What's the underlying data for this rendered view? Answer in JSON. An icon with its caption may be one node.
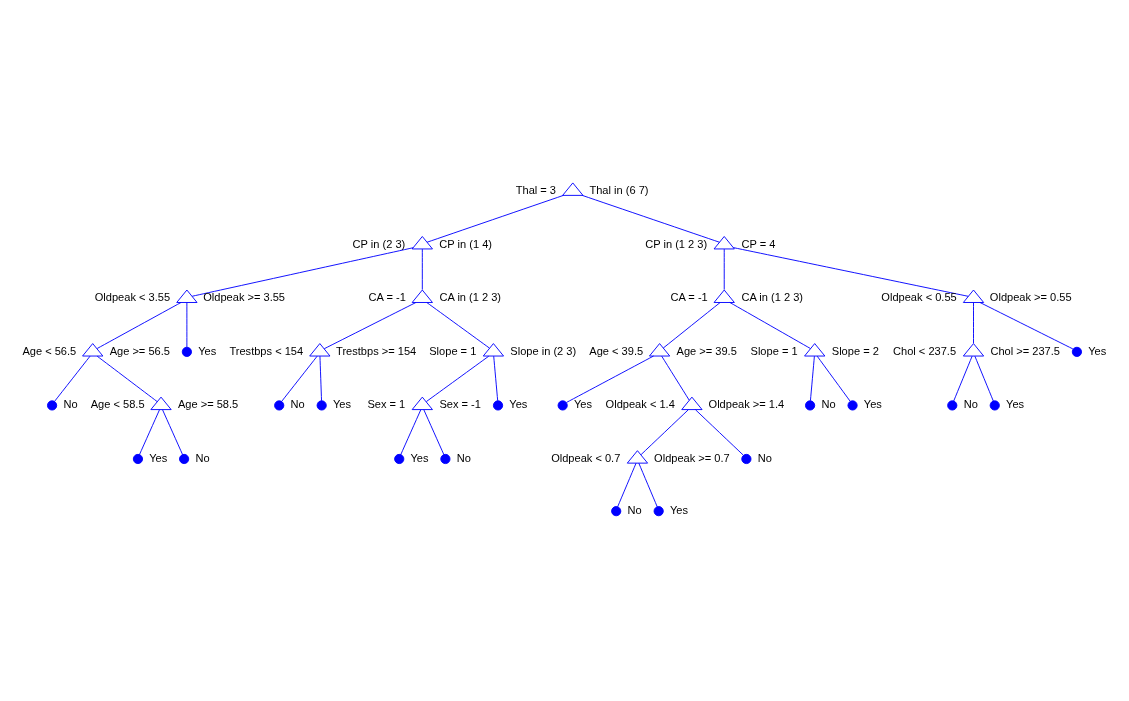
{
  "diagram": {
    "nodes": [
      {
        "text": [],
        "shape": "triangle",
        "beside": [
          "Thal = 3",
          "Thal in (6 7)"
        ]
      },
      {
        "text": [],
        "shape": "triangle",
        "beside": [
          "CP in (2 3)",
          "CP in (1 4)"
        ]
      },
      {
        "text": [],
        "shape": "triangle",
        "beside": [
          "Oldpeak < 3.55",
          "Oldpeak >= 3.55"
        ]
      },
      {
        "text": [],
        "shape": "triangle",
        "beside": [
          "Age < 56.5",
          "Age >= 56.5"
        ]
      },
      {
        "text": [],
        "shape": "circle",
        "beside": [
          "No"
        ]
      },
      {
        "text": [],
        "shape": "triangle",
        "beside": [
          "Age < 58.5",
          "Age >= 58.5"
        ]
      },
      {
        "text": [],
        "shape": "circle",
        "beside": [
          "Yes"
        ]
      },
      {
        "text": [],
        "shape": "circle",
        "beside": [
          "No"
        ]
      },
      {
        "text": [],
        "shape": "circle",
        "beside": [
          "Yes"
        ]
      },
      {
        "text": [],
        "shape": "triangle",
        "beside": [
          "CA = -1",
          "CA in (1 2 3)"
        ]
      },
      {
        "text": [],
        "shape": "triangle",
        "beside": [
          "Trestbps < 154",
          "Trestbps >= 154"
        ]
      },
      {
        "text": [],
        "shape": "circle",
        "beside": [
          "No"
        ]
      },
      {
        "text": [],
        "shape": "circle",
        "beside": [
          "Yes"
        ]
      },
      {
        "text": [],
        "shape": "triangle",
        "beside": [
          "Slope = 1",
          "Slope in (2 3)"
        ]
      },
      {
        "text": [],
        "shape": "triangle",
        "beside": [
          "Sex = 1",
          "Sex = -1"
        ]
      },
      {
        "text": [],
        "shape": "circle",
        "beside": [
          "Yes"
        ]
      },
      {
        "text": [],
        "shape": "circle",
        "beside": [
          "No"
        ]
      },
      {
        "text": [],
        "shape": "circle",
        "beside": [
          "Yes"
        ]
      },
      {
        "text": [],
        "shape": "triangle",
        "beside": [
          "CP in (1 2 3)",
          "CP = 4"
        ]
      },
      {
        "text": [],
        "shape": "triangle",
        "beside": [
          "CA = -1",
          "CA in (1 2 3)"
        ]
      },
      {
        "text": [],
        "shape": "triangle",
        "beside": [
          "Age < 39.5",
          "Age >= 39.5"
        ]
      },
      {
        "text": [],
        "shape": "circle",
        "beside": [
          "Yes"
        ]
      },
      {
        "text": [],
        "shape": "triangle",
        "beside": [
          "Oldpeak < 1.4",
          "Oldpeak >= 1.4"
        ]
      },
      {
        "text": [],
        "shape": "triangle",
        "beside": [
          "Oldpeak < 0.7",
          "Oldpeak >= 0.7"
        ]
      },
      {
        "text": [],
        "shape": "circle",
        "beside": [
          "No"
        ]
      },
      {
        "text": [],
        "shape": "circle",
        "beside": [
          "Yes"
        ]
      },
      {
        "text": [],
        "shape": "circle",
        "beside": [
          "No"
        ]
      },
      {
        "text": [],
        "shape": "triangle",
        "beside": [
          "Slope = 1",
          "Slope = 2"
        ]
      },
      {
        "text": [],
        "shape": "circle",
        "beside": [
          "No"
        ]
      },
      {
        "text": [],
        "shape": "circle",
        "beside": [
          "Yes"
        ]
      },
      {
        "text": [],
        "shape": "triangle",
        "beside": [
          "Oldpeak < 0.55",
          "Oldpeak >= 0.55"
        ]
      },
      {
        "text": [],
        "shape": "triangle",
        "beside": [
          "Chol < 237.5",
          "Chol >= 237.5"
        ]
      },
      {
        "text": [],
        "shape": "circle",
        "beside": [
          "No"
        ]
      },
      {
        "text": [],
        "shape": "circle",
        "beside": [
          "Yes"
        ]
      },
      {
        "text": [],
        "shape": "circle",
        "beside": [
          "Yes"
        ]
      }
    ],
    "edges": [
      {
        "from": 0,
        "to": 1,
        "arrow": "none"
      },
      {
        "from": 0,
        "to": 18,
        "arrow": "none"
      },
      {
        "from": 1,
        "to": 2,
        "arrow": "none"
      },
      {
        "from": 1,
        "to": 9,
        "arrow": "none"
      },
      {
        "from": 2,
        "to": 3,
        "arrow": "none"
      },
      {
        "from": 2,
        "to": 8,
        "arrow": "none"
      },
      {
        "from": 3,
        "to": 4,
        "arrow": "none"
      },
      {
        "from": 3,
        "to": 5,
        "arrow": "none"
      },
      {
        "from": 5,
        "to": 6,
        "arrow": "none"
      },
      {
        "from": 5,
        "to": 7,
        "arrow": "none"
      },
      {
        "from": 9,
        "to": 10,
        "arrow": "none"
      },
      {
        "from": 9,
        "to": 13,
        "arrow": "none"
      },
      {
        "from": 10,
        "to": 11,
        "arrow": "none"
      },
      {
        "from": 10,
        "to": 12,
        "arrow": "none"
      },
      {
        "from": 13,
        "to": 14,
        "arrow": "none"
      },
      {
        "from": 13,
        "to": 17,
        "arrow": "none"
      },
      {
        "from": 14,
        "to": 15,
        "arrow": "none"
      },
      {
        "from": 14,
        "to": 16,
        "arrow": "none"
      },
      {
        "from": 18,
        "to": 19,
        "arrow": "none"
      },
      {
        "from": 18,
        "to": 30,
        "arrow": "none"
      },
      {
        "from": 19,
        "to": 20,
        "arrow": "none"
      },
      {
        "from": 19,
        "to": 27,
        "arrow": "none"
      },
      {
        "from": 20,
        "to": 21,
        "arrow": "none"
      },
      {
        "from": 20,
        "to": 22,
        "arrow": "none"
      },
      {
        "from": 22,
        "to": 23,
        "arrow": "none"
      },
      {
        "from": 22,
        "to": 26,
        "arrow": "none"
      },
      {
        "from": 23,
        "to": 24,
        "arrow": "none"
      },
      {
        "from": 23,
        "to": 25,
        "arrow": "none"
      },
      {
        "from": 27,
        "to": 28,
        "arrow": "none"
      },
      {
        "from": 27,
        "to": 29,
        "arrow": "none"
      },
      {
        "from": 30,
        "to": 31,
        "arrow": "none"
      },
      {
        "from": 30,
        "to": 34,
        "arrow": "none"
      },
      {
        "from": 31,
        "to": 32,
        "arrow": "none"
      },
      {
        "from": 31,
        "to": 33,
        "arrow": "none"
      }
    ]
  }
}
